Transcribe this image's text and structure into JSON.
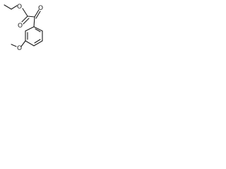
{
  "molecule": {
    "labels": {
      "ester_oxygen": "O",
      "ester_carbonyl_oxygen": "O",
      "keto_oxygen": "O",
      "methoxy_oxygen": "O"
    },
    "colors": {
      "bond": "#1a1a1a",
      "label": "#1a1a1a",
      "background": "#ffffff"
    }
  }
}
